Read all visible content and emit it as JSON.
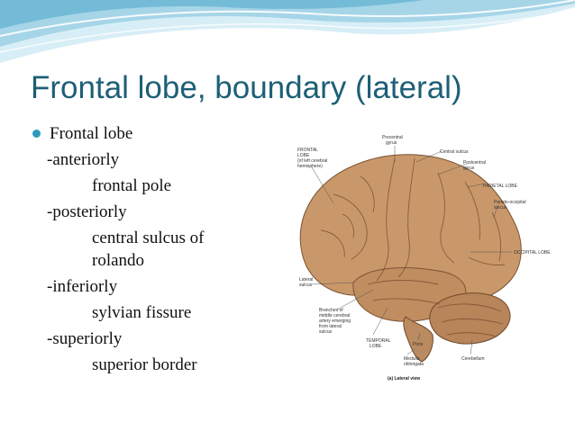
{
  "slide": {
    "title": "Frontal lobe, boundary (lateral)",
    "bullet": "Frontal lobe",
    "items": [
      {
        "direction": "-anteriorly",
        "boundary": [
          "frontal pole"
        ]
      },
      {
        "direction": "-posteriorly",
        "boundary": [
          "central sulcus of",
          "rolando"
        ]
      },
      {
        "direction": "-inferiorly",
        "boundary": [
          "sylvian fissure"
        ]
      },
      {
        "direction": "-superiorly",
        "boundary": [
          "superior border"
        ]
      }
    ]
  },
  "figure": {
    "labels": {
      "frontal_lobe": [
        "FRONTAL",
        "LOBE",
        "(of left cerebral",
        "hemisphere)"
      ],
      "precentral": [
        "Precentral",
        "gyrus"
      ],
      "central_sulcus": "Central sulcus",
      "postcentral": [
        "Postcentral",
        "gyrus"
      ],
      "parietal_lobe": "PARIETAL LOBE",
      "parieto_occipital": [
        "Parieto-occipital",
        "sulcus"
      ],
      "occipital_lobe": "OCCIPITAL LOBE",
      "lateral_sulcus": [
        "Lateral",
        "sulcus"
      ],
      "branches": [
        "Branches of",
        "middle cerebral",
        "artery emerging",
        "from lateral",
        "sulcus"
      ],
      "temporal_lobe": [
        "TEMPORAL",
        "LOBE"
      ],
      "pons": "Pons",
      "medulla": [
        "Medulla",
        "oblongata"
      ],
      "cerebellum": "Cerebellum"
    },
    "caption": "(a) Lateral view"
  },
  "colors": {
    "title": "#1d5f76",
    "bullet": "#2d9bbf",
    "wave_light": "#d8eef6",
    "wave_mid": "#a6d5e8",
    "wave_dark": "#6bb6d3",
    "brain": "#c9986a"
  }
}
